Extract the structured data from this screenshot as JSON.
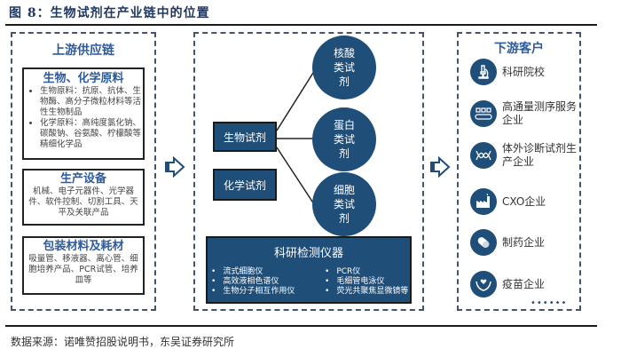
{
  "figure": {
    "title": "图 8：生物试剂在产业链中的位置",
    "source": "数据来源：诺唯赞招股说明书，东吴证券研究所"
  },
  "upstream": {
    "title": "上游供应链",
    "boxes": [
      {
        "title": "生物、化学原料",
        "bullets": [
          "生物原料：抗原、抗体、生物酶、高分子微粒材料等活性生物制品",
          "化学原料：高纯度氯化钠、碳酸钠、谷氨酸、柠檬酸等精细化学品"
        ]
      },
      {
        "title": "生产设备",
        "text": "机械、电子元器件、光学器件、软件控制、切割工具、天平及关联产品"
      },
      {
        "title": "包装材料及耗材",
        "text": "吸量管、移液器、离心管、细胞培养产品、PCR试管、培养皿等"
      }
    ]
  },
  "midstream": {
    "reagents": [
      "生物试剂",
      "化学试剂"
    ],
    "bio_categories": [
      "核酸类试剂",
      "蛋白类试剂",
      "细胞类试剂"
    ],
    "instruments": {
      "title": "科研检测仪器",
      "left": [
        "流式细胞仪",
        "高效液相色谱仪",
        "生物分子相互作用仪"
      ],
      "right": [
        "PCR仪",
        "毛细管电泳仪",
        "荧光共聚焦显微镜等"
      ]
    }
  },
  "downstream": {
    "title": "下游客户",
    "customers": [
      {
        "label": "科研院校",
        "icon": "microscope-icon"
      },
      {
        "label": "高通量测序服务企业",
        "icon": "sequencer-icon"
      },
      {
        "label": "体外诊断试剂生产企业",
        "icon": "dna-icon"
      },
      {
        "label": "CXO企业",
        "icon": "factory-icon"
      },
      {
        "label": "制药企业",
        "icon": "pill-icon"
      },
      {
        "label": "疫苗企业",
        "icon": "hands-heart-icon"
      }
    ],
    "more": "••••••"
  },
  "colors": {
    "navy": "#1f4e79",
    "title_blue": "#2e5b9a",
    "dash": "#44546a"
  }
}
